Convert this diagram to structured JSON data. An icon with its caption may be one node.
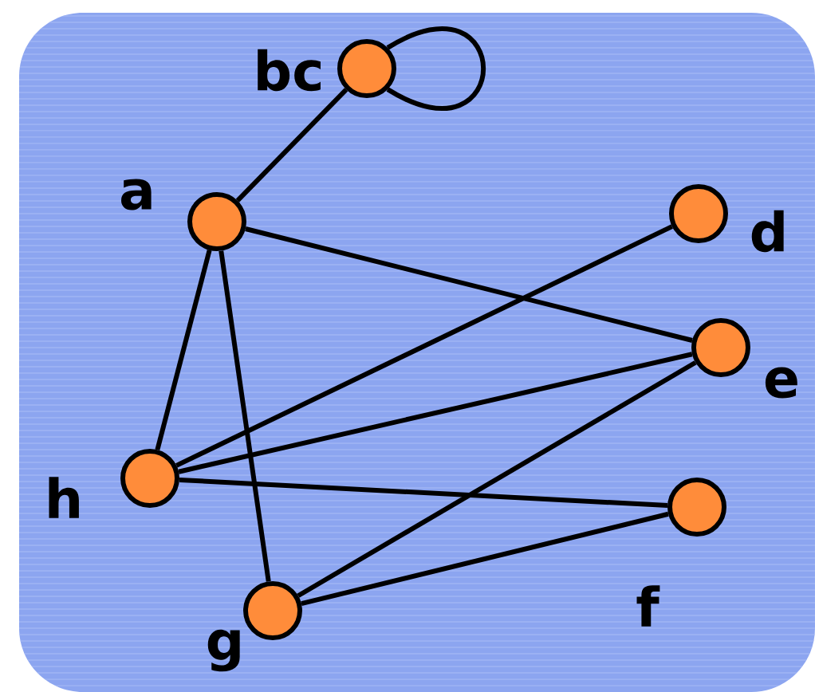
{
  "diagram": {
    "nodes": [
      {
        "text": [],
        "shape": "circle",
        "beside": [
          "bc"
        ]
      },
      {
        "text": [],
        "shape": "circle",
        "beside": [
          "a"
        ]
      },
      {
        "text": [],
        "shape": "circle",
        "beside": [
          "d"
        ]
      },
      {
        "text": [],
        "shape": "circle",
        "beside": [
          "e"
        ]
      },
      {
        "text": [],
        "shape": "circle",
        "beside": [
          "h"
        ]
      },
      {
        "text": [],
        "shape": "circle",
        "beside": [
          "f"
        ]
      },
      {
        "text": [],
        "shape": "circle",
        "beside": [
          "g"
        ]
      }
    ],
    "edges": [
      {
        "from": 0,
        "to": 0,
        "arrow": "none"
      },
      {
        "from": 0,
        "to": 1,
        "arrow": "none"
      },
      {
        "from": 1,
        "to": 3,
        "arrow": "none"
      },
      {
        "from": 1,
        "to": 4,
        "arrow": "none"
      },
      {
        "from": 1,
        "to": 6,
        "arrow": "none"
      },
      {
        "from": 2,
        "to": 4,
        "arrow": "none"
      },
      {
        "from": 3,
        "to": 4,
        "arrow": "none"
      },
      {
        "from": 3,
        "to": 6,
        "arrow": "none"
      },
      {
        "from": 4,
        "to": 5,
        "arrow": "none"
      },
      {
        "from": 5,
        "to": 6,
        "arrow": "none"
      }
    ]
  }
}
